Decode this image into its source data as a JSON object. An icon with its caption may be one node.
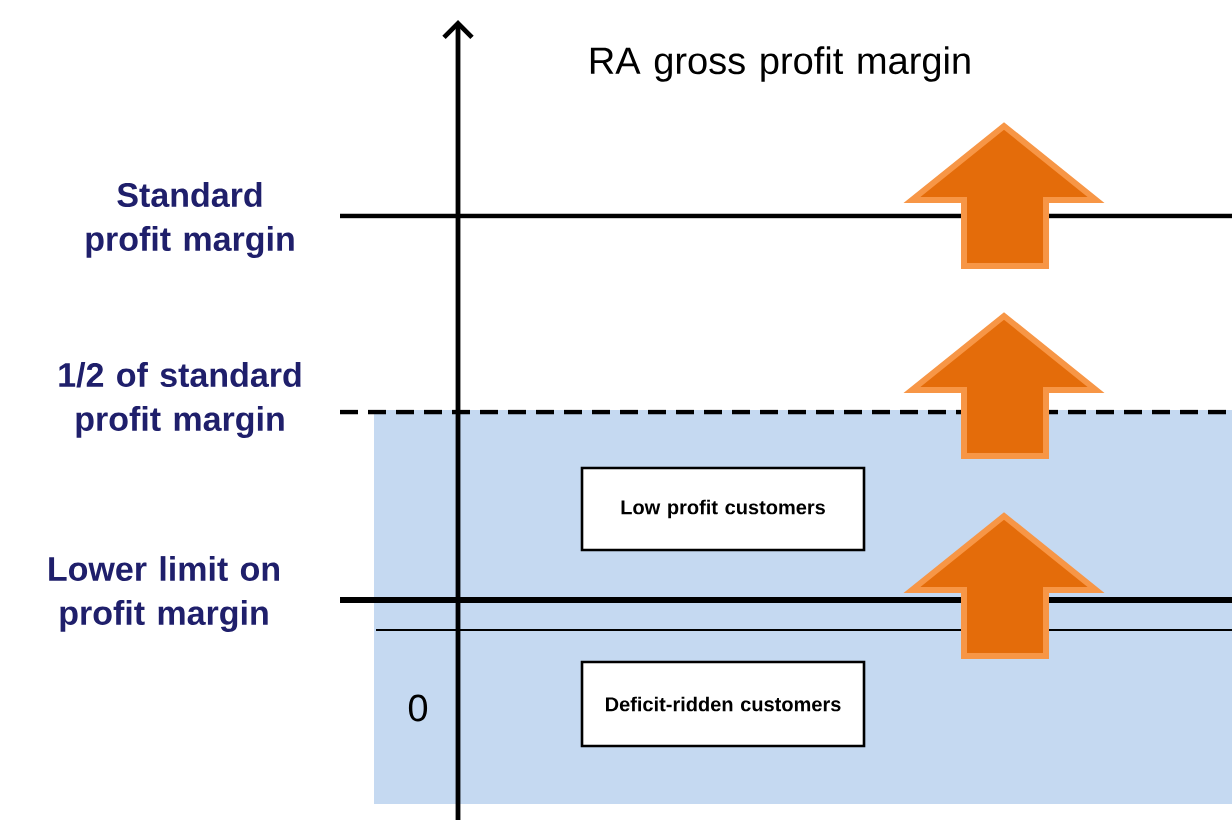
{
  "diagram": {
    "nodes": [
      {
        "text": [
          "Low profit customers"
        ]
      },
      {
        "text": [
          "Deficit-ridden customers"
        ]
      }
    ],
    "labels": [
      "RA gross profit margin",
      "Standard profit margin",
      "1/2 of standard profit margin",
      "Lower limit on profit margin",
      "0"
    ]
  }
}
